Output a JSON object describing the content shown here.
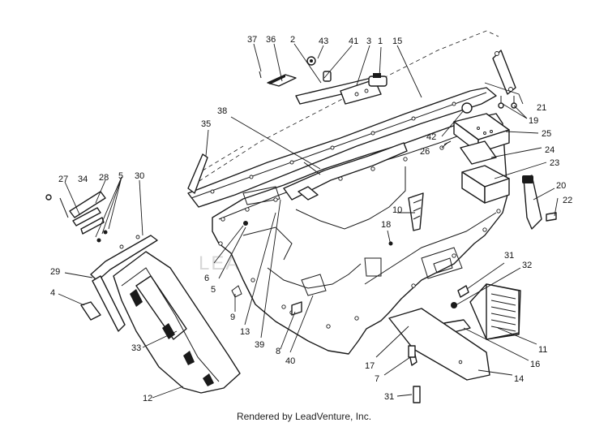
{
  "watermark": "LEADVENTURE",
  "credit": "Rendered by LeadVenture, Inc.",
  "callouts": {
    "c1": "1",
    "c2": "2",
    "c3": "3",
    "c4": "4",
    "c5a": "5",
    "c5b": "5",
    "c6": "6",
    "c7": "7",
    "c8": "8",
    "c9": "9",
    "c10": "10",
    "c11": "11",
    "c12": "12",
    "c13": "13",
    "c14": "14",
    "c15": "15",
    "c16": "16",
    "c17": "17",
    "c18": "18",
    "c19": "19",
    "c20": "20",
    "c21": "21",
    "c22": "22",
    "c23": "23",
    "c24": "24",
    "c25": "25",
    "c26": "26",
    "c27": "27",
    "c28": "28",
    "c29": "29",
    "c30": "30",
    "c31a": "31",
    "c31b": "31",
    "c32": "32",
    "c33": "33",
    "c34": "34",
    "c35": "35",
    "c36": "36",
    "c37": "37",
    "c38": "38",
    "c39": "39",
    "c40": "40",
    "c41": "41",
    "c42": "42",
    "c43": "43"
  }
}
